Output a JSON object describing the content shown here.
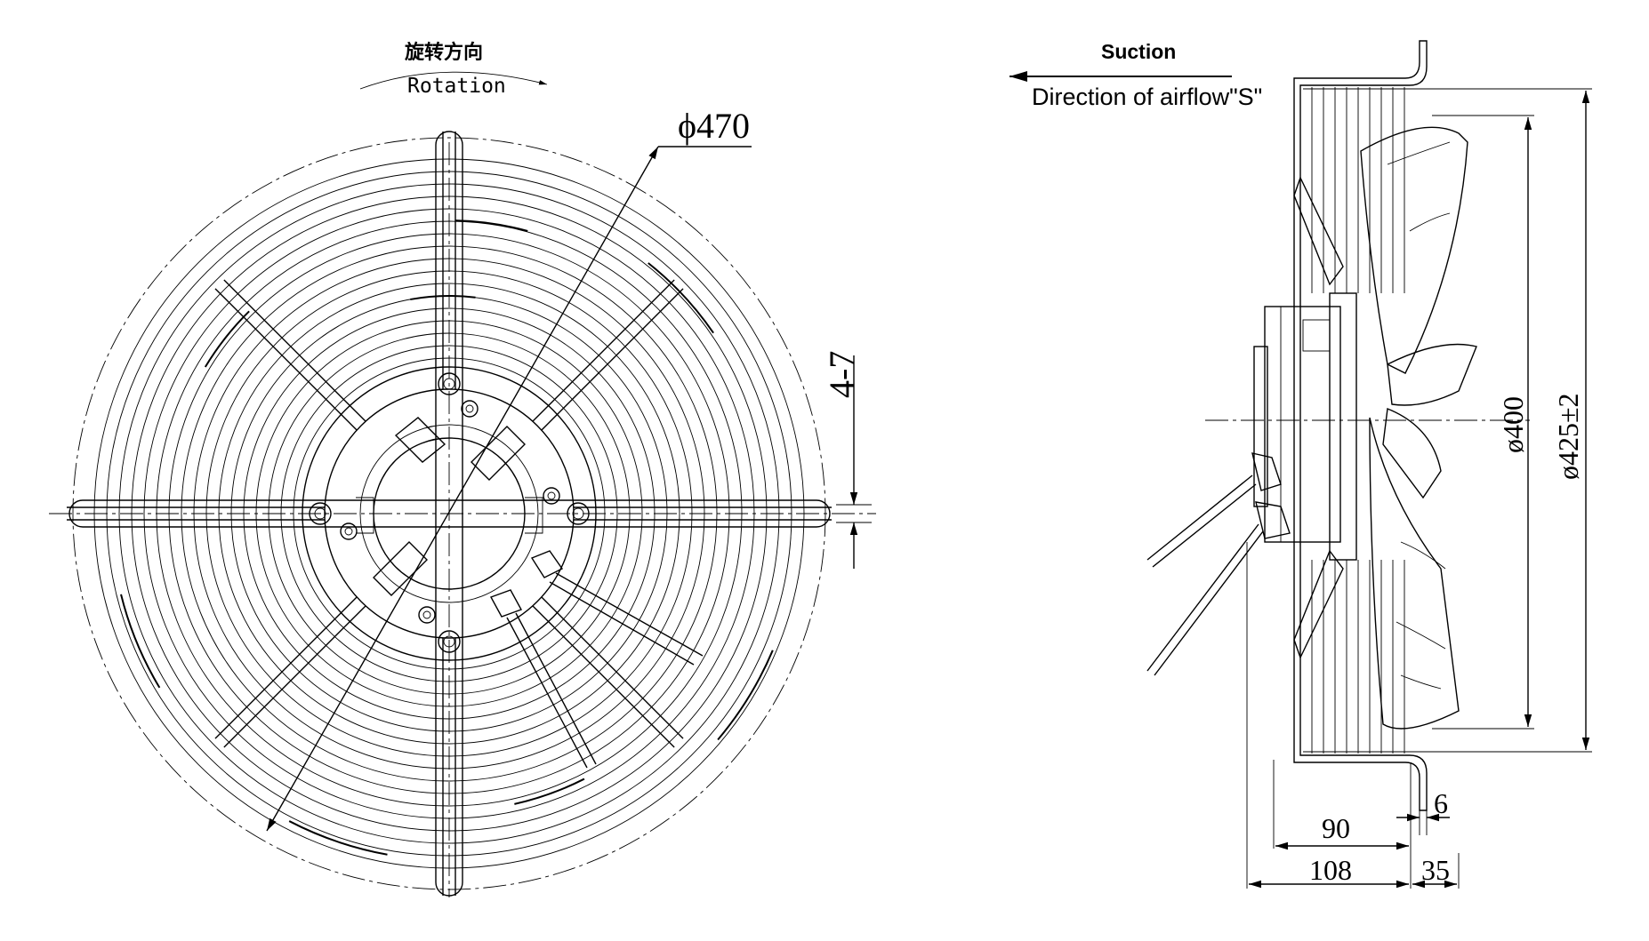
{
  "front_view": {
    "rotation_label_cn": "旋转方向",
    "rotation_label_en": "Rotation",
    "outer_diameter_label": "ϕ470",
    "hole_label": "4-7"
  },
  "side_view": {
    "suction_label": "Suction",
    "airflow_label": "Direction of airflow\"S\"",
    "dim_blade": "ø400",
    "dim_guard": "ø425±2",
    "dim_6": "6",
    "dim_90": "90",
    "dim_108": "108",
    "dim_35": "35"
  }
}
